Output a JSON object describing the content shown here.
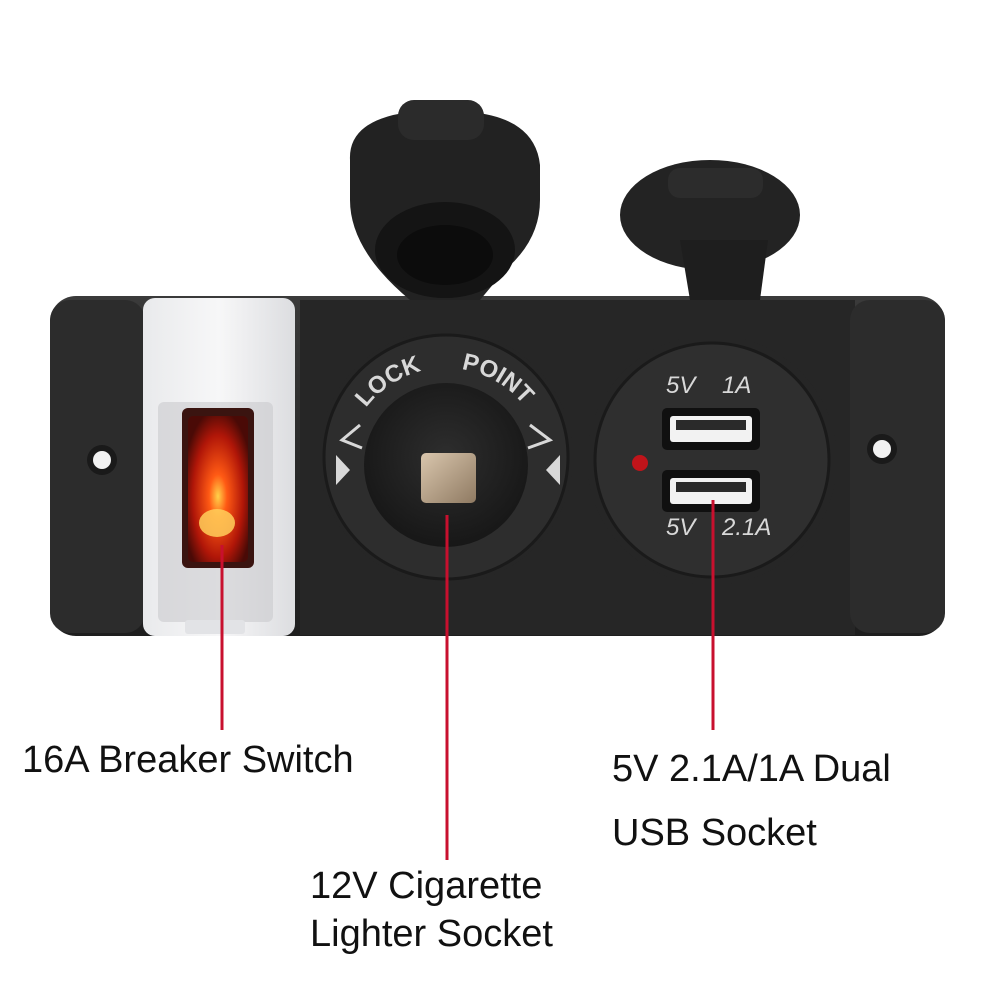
{
  "labels": {
    "breaker": "16A Breaker Switch",
    "usb_line1": "5V 2.1A/1A Dual",
    "usb_line2": "USB Socket",
    "lighter_line1": "12V Cigarette",
    "lighter_line2": "Lighter Socket"
  },
  "panel_print": {
    "lock": "LOCK",
    "point": "POINT",
    "usb_top_voltage": "5V",
    "usb_top_current": "1A",
    "usb_bottom_voltage": "5V",
    "usb_bottom_current": "2.1A"
  },
  "colors": {
    "panel": "#2a2a2a",
    "socket": "#1c1c1c",
    "switch_glow": "#ff3b10",
    "pointer_line": "#c8102e",
    "usb_led": "#c0141a"
  },
  "icons": [
    "lock-arrow-icon",
    "mounting-hole-icon"
  ]
}
